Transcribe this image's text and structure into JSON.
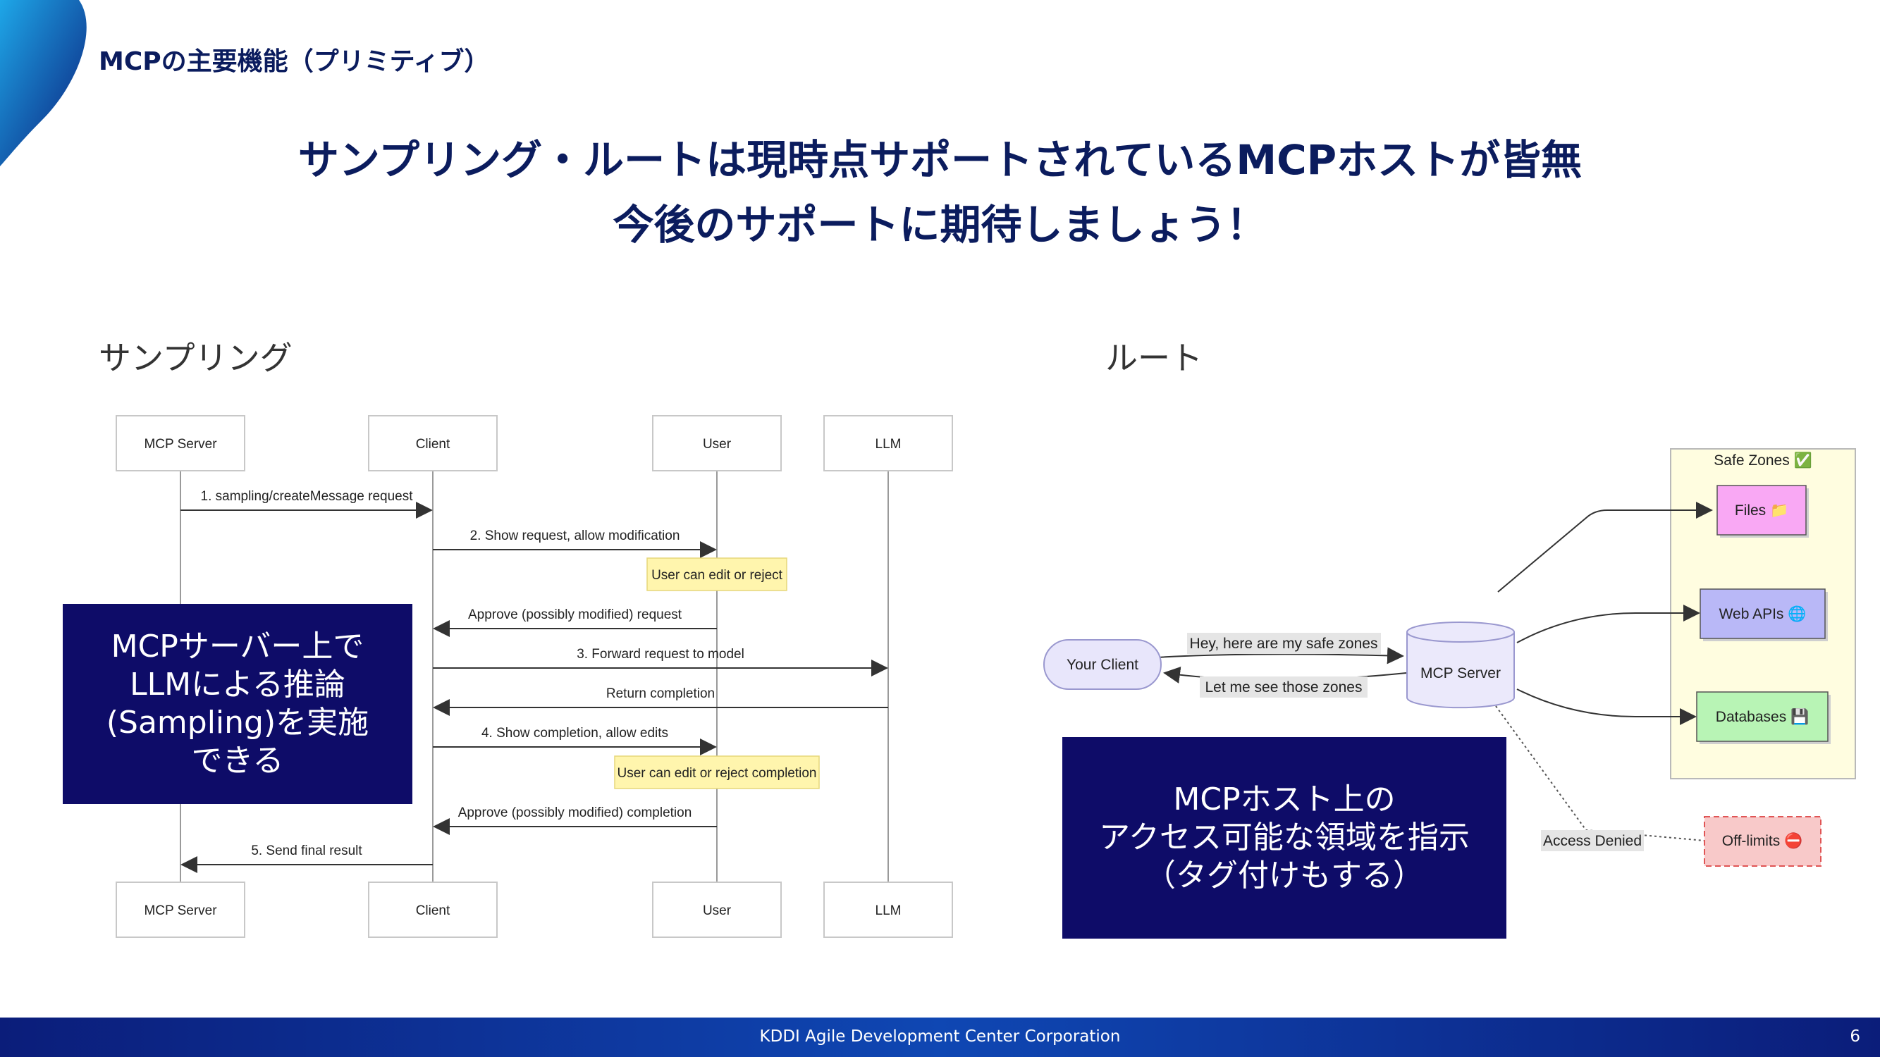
{
  "slide": {
    "section_title": "MCPの主要機能（プリミティブ）",
    "headline_line1": "サンプリング・ルートは現時点サポートされているMCPホストが皆無",
    "headline_line2": "今後のサポートに期待しましょう！",
    "brand_color": "#0b1c5e"
  },
  "sampling": {
    "heading": "サンプリング",
    "participants": [
      "MCP Server",
      "Client",
      "User",
      "LLM"
    ],
    "messages": [
      {
        "label": "1. sampling/createMessage request",
        "from": 0,
        "to": 1
      },
      {
        "label": "2. Show request, allow modification",
        "from": 1,
        "to": 2
      },
      {
        "label": "Approve (possibly modified) request",
        "from": 2,
        "to": 1
      },
      {
        "label": "3. Forward request to model",
        "from": 1,
        "to": 3
      },
      {
        "label": "Return completion",
        "from": 3,
        "to": 1
      },
      {
        "label": "4. Show completion, allow edits",
        "from": 1,
        "to": 2
      },
      {
        "label": "Approve (possibly modified) completion",
        "from": 2,
        "to": 1
      },
      {
        "label": "5. Send final result",
        "from": 1,
        "to": 0
      }
    ],
    "notes": [
      "User can edit or reject",
      "User can edit or reject completion"
    ],
    "note_color": "#fff5ad",
    "callout": "MCPサーバー上で\nLLMによる推論\n(Sampling)を実施\nできる"
  },
  "roots": {
    "heading": "ルート",
    "client_label": "Your Client",
    "server_label": "MCP Server",
    "edge_to_server": "Hey, here are my safe zones",
    "edge_to_client": "Let me see those zones",
    "safe_zone_title": "Safe Zones ✅",
    "targets": [
      {
        "label": "Files 📁",
        "color": "#f9a8f4"
      },
      {
        "label": "Web APIs 🌐",
        "color": "#b9b8f7"
      },
      {
        "label": "Databases 💾",
        "color": "#b8f4b5"
      }
    ],
    "denied_label": "Access Denied",
    "offlimits_label": "Off-limits ⛔",
    "offlimits_color": "#f8c9c9",
    "safe_zone_color": "#fffde0",
    "callout": "MCPホスト上の\nアクセス可能な領域を指示\n（タグ付けもする）"
  },
  "footer": {
    "company": "KDDI Agile Development Center Corporation",
    "page_number": "6"
  }
}
